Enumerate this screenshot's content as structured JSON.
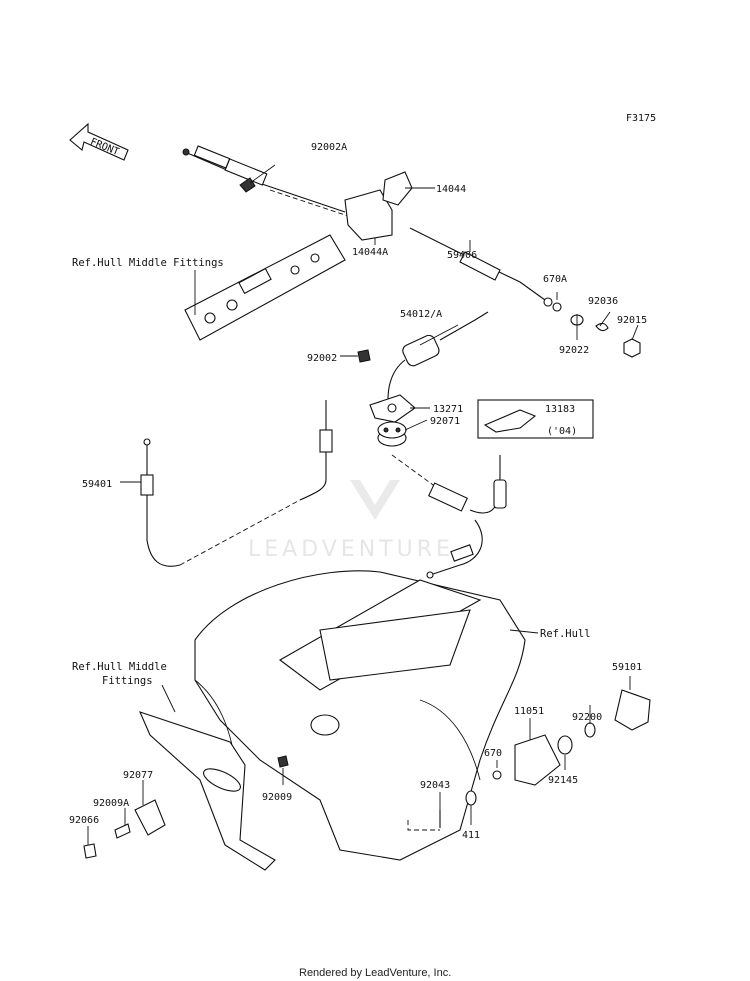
{
  "diagram": {
    "code": "F3175",
    "front_label": "FRONT",
    "footer": "Rendered by LeadVenture, Inc.",
    "watermark": "LEADVENTURE",
    "parts": [
      "92002A",
      "14044",
      "14044A",
      "59406",
      "670A",
      "92036",
      "92015",
      "92022",
      "54012/A",
      "92002",
      "13271",
      "13183",
      "('04)",
      "92071",
      "59401",
      "59101",
      "92200",
      "11051",
      "92145",
      "670",
      "92043",
      "411",
      "92009",
      "92077",
      "92009A",
      "92066"
    ],
    "references": {
      "hull_middle_fittings_top": "Ref.Hull Middle Fittings",
      "hull": "Ref.Hull",
      "hull_middle_fittings_bottom_line1": "Ref.Hull Middle",
      "hull_middle_fittings_bottom_line2": "Fittings"
    }
  }
}
